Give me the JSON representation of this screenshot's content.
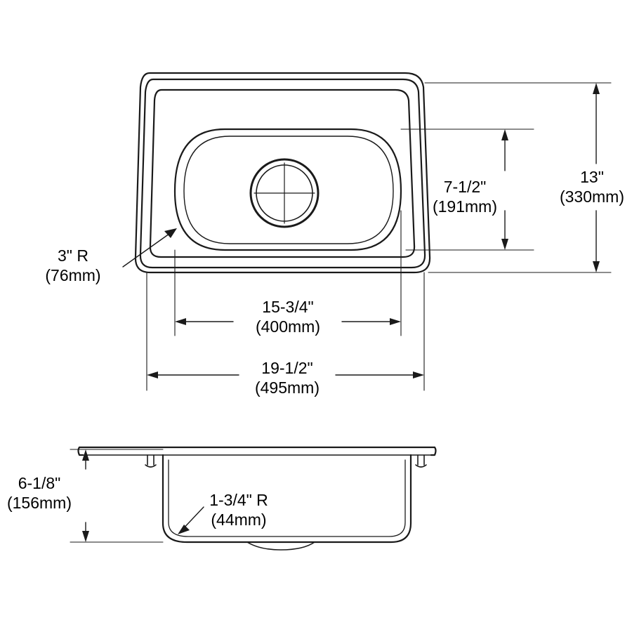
{
  "diagram": {
    "type": "technical-drawing",
    "subject": "kitchen-sink-dimensional-drawing",
    "views": [
      {
        "name": "top-view",
        "description": "Top plan view of single bowl sink with rim, bowl and drain"
      },
      {
        "name": "front-section-view",
        "description": "Front cross-section view showing bowl depth"
      }
    ]
  },
  "dimensions": {
    "bowl_width": {
      "imperial": "15-3/4\"",
      "metric": "(400mm)"
    },
    "overall_width": {
      "imperial": "19-1/2\"",
      "metric": "(495mm)"
    },
    "bowl_depth_front_to_back": {
      "imperial": "7-1/2\"",
      "metric": "(191mm)"
    },
    "overall_depth_front_to_back": {
      "imperial": "13\"",
      "metric": "(330mm)"
    },
    "corner_radius_top": {
      "imperial": "3\" R",
      "metric": "(76mm)"
    },
    "bowl_depth_vertical": {
      "imperial": "6-1/8\"",
      "metric": "(156mm)"
    },
    "corner_radius_section": {
      "imperial": "1-3/4\" R",
      "metric": "(44mm)"
    }
  },
  "colors": {
    "line": "#1a1a1a",
    "background": "#ffffff",
    "text": "#000000"
  }
}
